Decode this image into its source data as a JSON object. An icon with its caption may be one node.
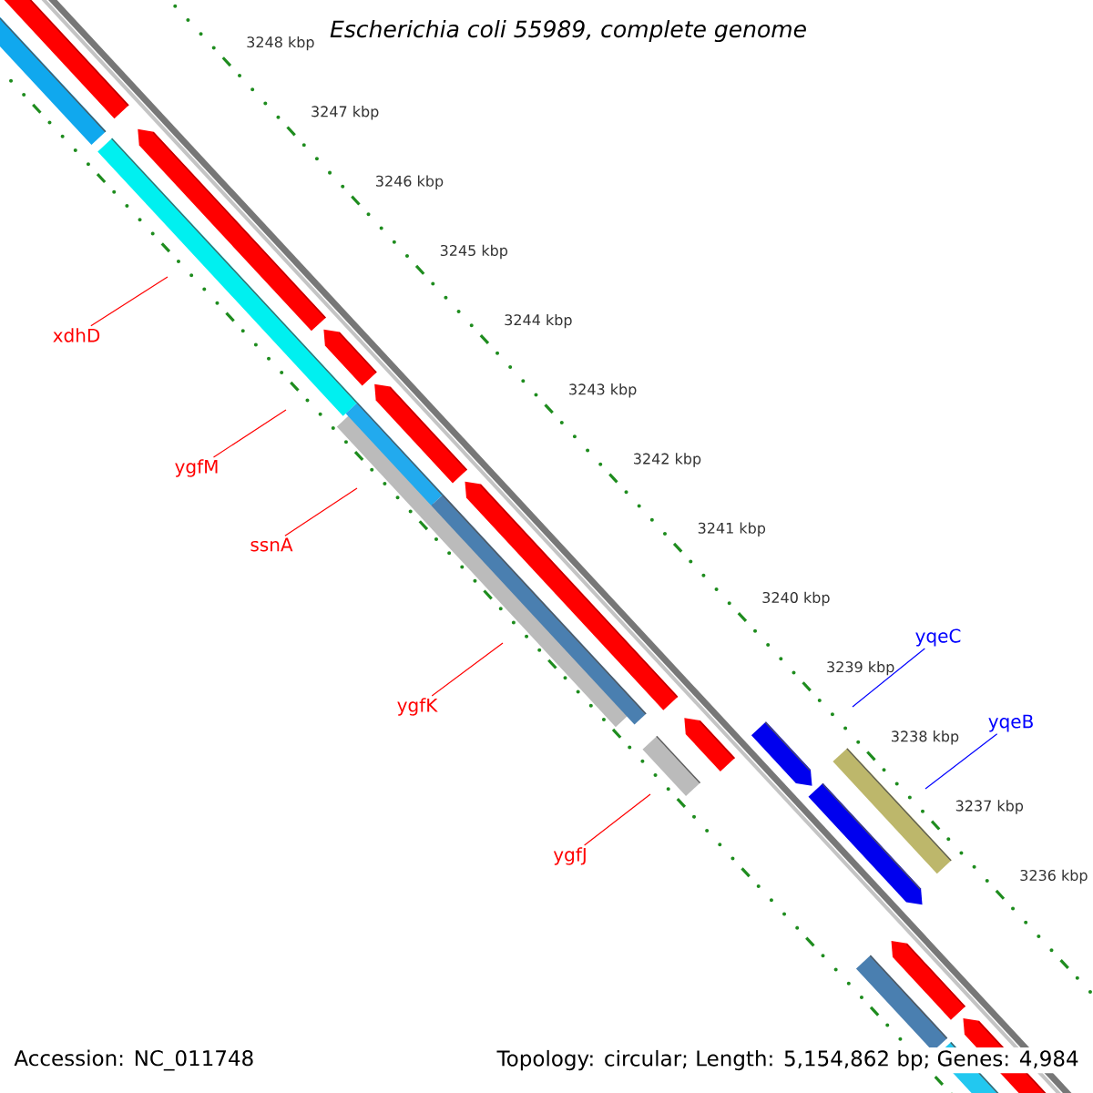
{
  "diagram": {
    "title": "Escherichia coli 55989, complete genome",
    "nodes": [
      {
        "text": [
          "xdhD"
        ]
      },
      {
        "text": [
          "ygfM"
        ]
      },
      {
        "text": [
          "ssnA"
        ]
      },
      {
        "text": [
          "ygfK"
        ]
      },
      {
        "text": [
          "ygfJ"
        ]
      },
      {
        "text": [
          "yqeC"
        ]
      },
      {
        "text": [
          "yqeB"
        ]
      }
    ],
    "edges": [
      {
        "from": 0,
        "to": null,
        "arrow": "none"
      },
      {
        "from": 1,
        "to": null,
        "arrow": "none"
      },
      {
        "from": 2,
        "to": null,
        "arrow": "none"
      },
      {
        "from": 3,
        "to": null,
        "arrow": "none"
      },
      {
        "from": 4,
        "to": null,
        "arrow": "none"
      },
      {
        "from": 5,
        "to": null,
        "arrow": "none",
        "color": "#0000ff"
      },
      {
        "from": 6,
        "to": null,
        "arrow": "none",
        "color": "#0000ff"
      }
    ],
    "labels": [
      "3248 kbp",
      "3247 kbp",
      "3246 kbp",
      "3245 kbp",
      "3244 kbp",
      "3243 kbp",
      "3242 kbp",
      "3241 kbp",
      "3240 kbp",
      "3239 kbp",
      "3238 kbp",
      "3237 kbp",
      "3236 kbp",
      "Accession: NC_011748",
      "Topology: circular; Length: 5,154,862 bp; Genes: 4,984"
    ]
  }
}
